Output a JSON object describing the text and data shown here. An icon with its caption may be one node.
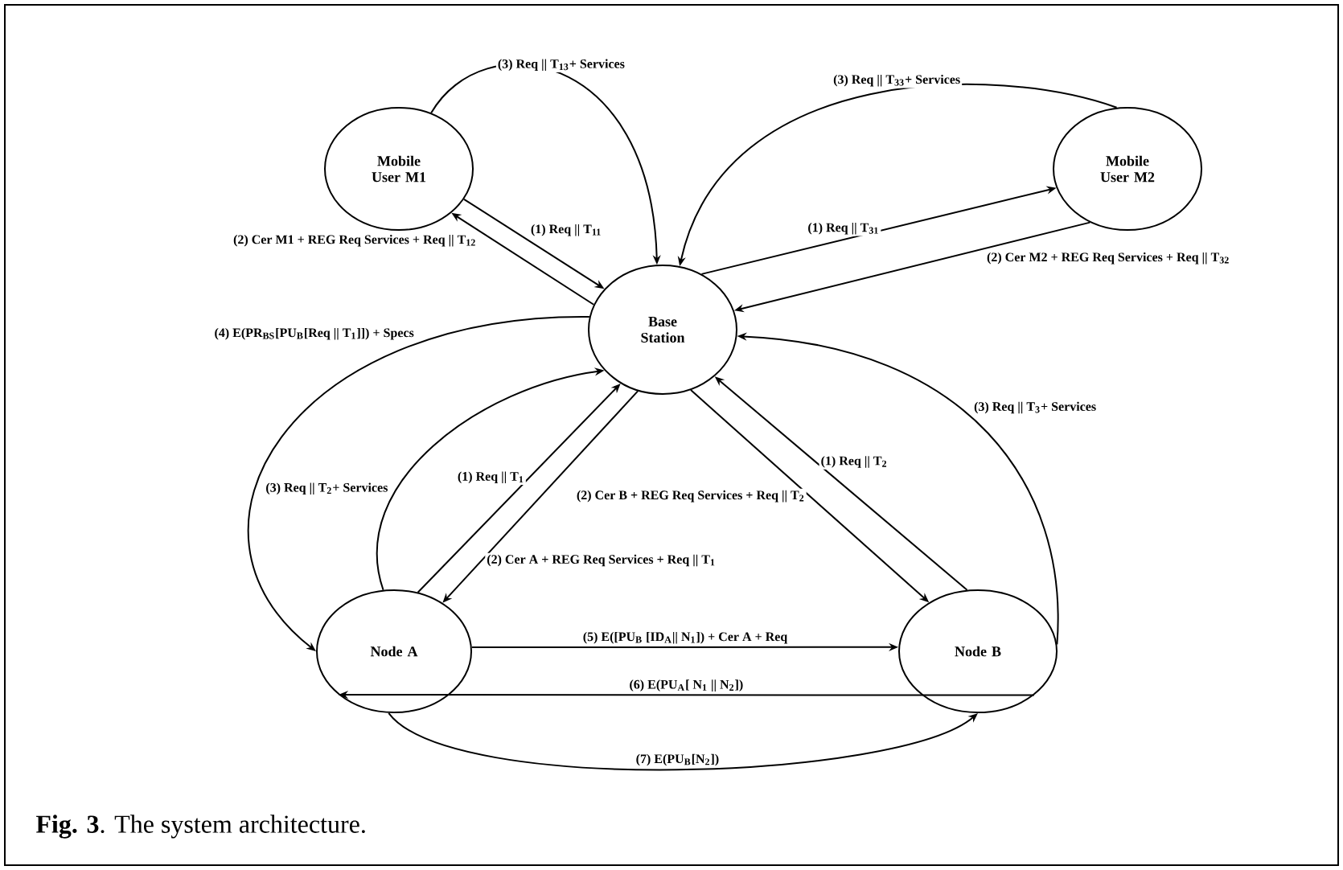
{
  "diagram": {
    "caption": "**Fig. 3**. The system architecture.",
    "nodes": [
      {
        "text": [
          "Mobile User M1"
        ]
      },
      {
        "text": [
          "Mobile User M2"
        ]
      },
      {
        "text": [
          "Base Station"
        ]
      },
      {
        "text": [
          "Node A"
        ]
      },
      {
        "text": [
          "Node B"
        ]
      }
    ],
    "edges": [
      {
        "from": 0,
        "to": 2,
        "arrow": "to",
        "label": "(1) Req || T$_{11}$"
      },
      {
        "from": 2,
        "to": 0,
        "arrow": "to",
        "label": "(2) Cer M1 + REG Req Services + Req || T$_{12}$"
      },
      {
        "from": 0,
        "to": 2,
        "arrow": "to",
        "label": "(3) Req || T$_{13}$+ Services"
      },
      {
        "from": 2,
        "to": 1,
        "arrow": "to",
        "label": "(1) Req || T$_{31}$"
      },
      {
        "from": 1,
        "to": 2,
        "arrow": "to",
        "label": "(2) Cer M2 + REG Req Services + Req || T$_{32}$"
      },
      {
        "from": 1,
        "to": 2,
        "arrow": "to",
        "label": "(3) Req || T$_{33}$+ Services"
      },
      {
        "from": 3,
        "to": 2,
        "arrow": "to",
        "label": "(1) Req || T$_{1}$"
      },
      {
        "from": 2,
        "to": 3,
        "arrow": "to",
        "label": "(2) Cer A + REG Req Services + Req || T$_{1}$"
      },
      {
        "from": 3,
        "to": 2,
        "arrow": "to",
        "label": "(3) Req || T$_{2}$+ Services"
      },
      {
        "from": 2,
        "to": 4,
        "arrow": "to",
        "label": "(2) Cer B + REG Req Services + Req || T$_{2}$"
      },
      {
        "from": 4,
        "to": 2,
        "arrow": "to",
        "label": "(1) Req || T$_{2}$"
      },
      {
        "from": 4,
        "to": 2,
        "arrow": "to",
        "label": "(3) Req || T$_{3}$+ Services"
      },
      {
        "from": 2,
        "to": 3,
        "arrow": "to",
        "label": "(4) E(PR$_{BS}$[PU$_{B}$[Req || T$_{1}$]]) + Specs"
      },
      {
        "from": 3,
        "to": 4,
        "arrow": "to",
        "label": "(5) E([PU$_{B}$ [ID$_{A}$|| N$_{1}$]) + Cer A + Req"
      },
      {
        "from": 4,
        "to": 3,
        "arrow": "to",
        "label": "(6) E(PU$_{A}$[ N$_{1}$ || N$_{2}$])"
      },
      {
        "from": 3,
        "to": 4,
        "arrow": "to",
        "label": "(7) E(PU$_{B}$[N$_{2}$])"
      }
    ]
  }
}
